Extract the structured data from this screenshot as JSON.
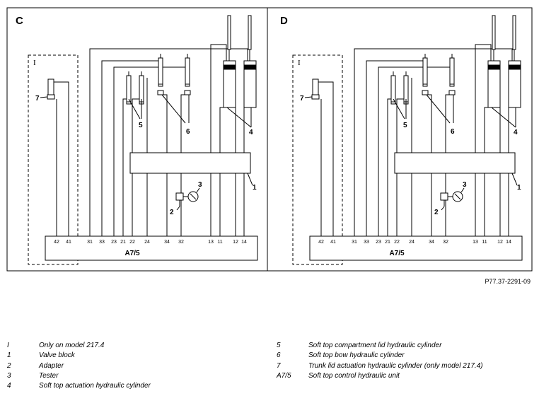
{
  "panels": [
    {
      "label": "C",
      "pins": [
        "42",
        "41",
        "31",
        "33",
        "23",
        "21",
        "22",
        "24",
        "34",
        "32",
        "13",
        "11",
        "12",
        "14"
      ]
    },
    {
      "label": "D",
      "pins": [
        "42",
        "41",
        "31",
        "33",
        "23",
        "21",
        "22",
        "24",
        "34",
        "32",
        "13",
        "11",
        "12",
        "14"
      ]
    }
  ],
  "labels": {
    "region": "I",
    "trunk_lid": "7",
    "compartment_lid": "5",
    "bow": "6",
    "actuation": "4",
    "valve_block": "1",
    "adapter": "2",
    "tester": "3",
    "control_unit": "A7/5"
  },
  "figure_ref": "P77.37-2291-09",
  "legend": {
    "left": [
      {
        "key": "I",
        "text": "Only on model 217.4"
      },
      {
        "key": "1",
        "text": "Valve block"
      },
      {
        "key": "2",
        "text": "Adapter"
      },
      {
        "key": "3",
        "text": "Tester"
      },
      {
        "key": "4",
        "text": "Soft top actuation hydraulic cylinder"
      }
    ],
    "right": [
      {
        "key": "5",
        "text": "Soft top compartment lid hydraulic cylinder"
      },
      {
        "key": "6",
        "text": "Soft top bow hydraulic cylinder"
      },
      {
        "key": "7",
        "text": "Trunk lid actuation hydraulic cylinder (only model 217.4)"
      },
      {
        "key": "A7/5",
        "text": "Soft top control hydraulic unit"
      }
    ]
  }
}
